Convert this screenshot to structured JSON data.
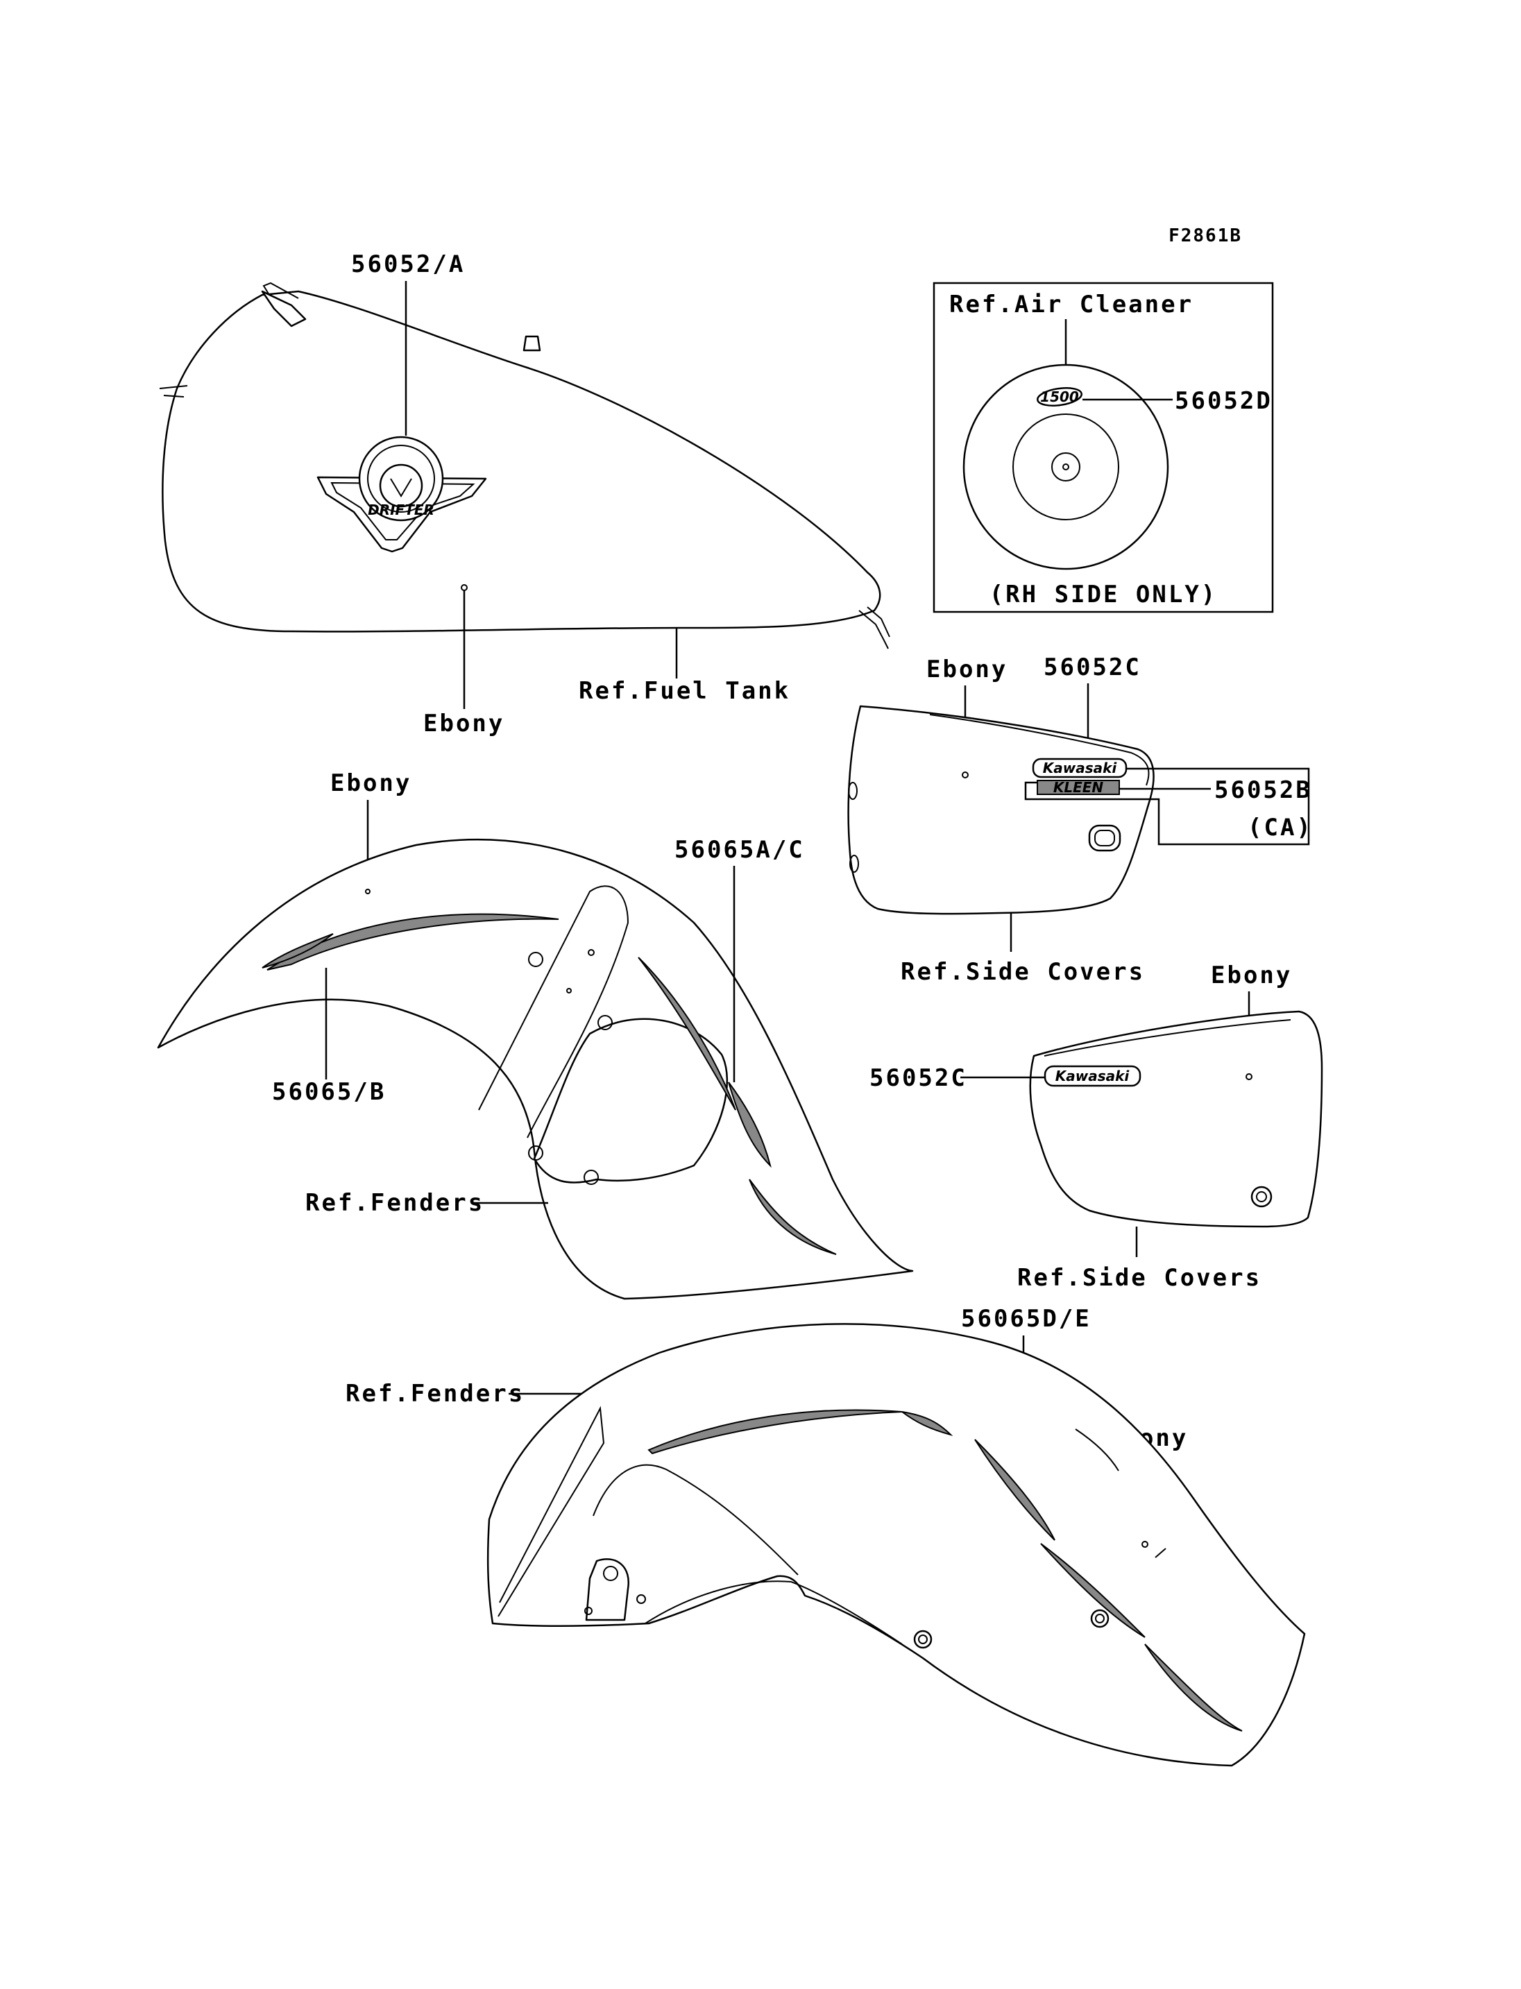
{
  "figure_code": "F2861B",
  "labels": {
    "fuel_tank_emblem": "56052/A",
    "fuel_tank_ref": "Ref.Fuel Tank",
    "fuel_tank_color": "Ebony",
    "air_cleaner_ref": "Ref.Air Cleaner",
    "air_cleaner_decal": "56052D",
    "air_cleaner_note": "(RH SIDE ONLY)",
    "side_cover_rh_color": "Ebony",
    "side_cover_rh_decal": "56052C",
    "side_cover_rh_decal_ca": "56052B",
    "side_cover_rh_ca_note": "(CA)",
    "side_cover_rh_ref": "Ref.Side Covers",
    "front_fender_color": "Ebony",
    "front_fender_stripe_right": "56065A/C",
    "front_fender_stripe_left": "56065/B",
    "front_fender_ref": "Ref.Fenders",
    "side_cover_lh_color": "Ebony",
    "side_cover_lh_decal": "56052C",
    "side_cover_lh_ref": "Ref.Side Covers",
    "rear_fender_stripe": "56065D/E",
    "rear_fender_ref": "Ref.Fenders",
    "rear_fender_color": "Ebony"
  },
  "decal_text": {
    "brand": "Kawasaki",
    "model_badge": "DRIFTER",
    "displacement": "1500",
    "ca_decal": "KLEEN"
  }
}
